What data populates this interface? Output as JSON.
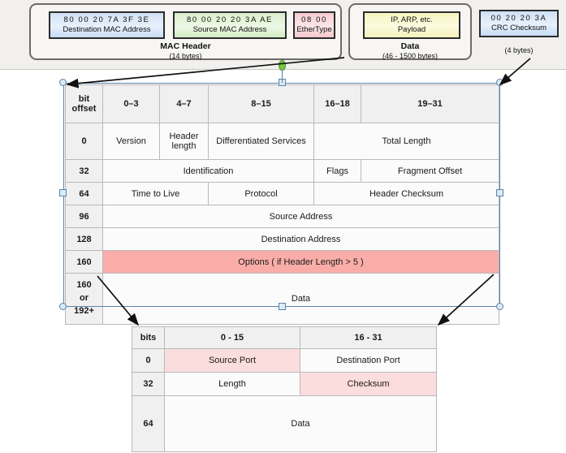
{
  "ethernet_frame": {
    "groups": [
      {
        "name": "mac-header-group",
        "title": "MAC Header",
        "subtitle": "(14 bytes)",
        "fields": [
          {
            "name": "destination-mac-field",
            "hex": "80  00  20  7A  3F  3E",
            "label": "Destination MAC Address",
            "fill": "blue-fill"
          },
          {
            "name": "source-mac-field",
            "hex": "80  00  20  20  3A  AE",
            "label": "Source MAC Address",
            "fill": "green-fill"
          },
          {
            "name": "ethertype-field",
            "hex": "08  00",
            "label": "EtherType",
            "fill": "red-fill"
          }
        ]
      },
      {
        "name": "data-group",
        "title": "Data",
        "subtitle": "(46 - 1500 bytes)",
        "fields": [
          {
            "name": "payload-field",
            "hex": "IP, ARP, etc.",
            "label": "Payload",
            "fill": "yellow-fill"
          }
        ]
      },
      {
        "name": "crc-group",
        "title": "",
        "subtitle": "(4 bytes)",
        "fields": [
          {
            "name": "crc-checksum-field",
            "hex": "00  20  20  3A",
            "label": "CRC Checksum",
            "fill": "blue-fill"
          }
        ]
      }
    ]
  },
  "ipv4_header": {
    "name": "ipv4-header-table",
    "selected": true,
    "columns": [
      "bit offset",
      "0–3",
      "4–7",
      "8–15",
      "16–18",
      "19–31"
    ],
    "header": {
      "offset_label_line1": "bit",
      "offset_label_line2": "offset",
      "c0_3": "0–3",
      "c4_7": "4–7",
      "c8_15": "8–15",
      "c16_18": "16–18",
      "c19_31": "19–31"
    },
    "rows": [
      {
        "offset": "0",
        "cells": [
          "Version",
          "Header length",
          "Differentiated Services",
          "Total Length"
        ]
      },
      {
        "offset": "32",
        "cells": [
          "Identification",
          "Flags",
          "Fragment Offset"
        ]
      },
      {
        "offset": "64",
        "cells": [
          "Time to Live",
          "Protocol",
          "Header Checksum"
        ]
      },
      {
        "offset": "96",
        "cells": [
          "Source Address"
        ]
      },
      {
        "offset": "128",
        "cells": [
          "Destination Address"
        ]
      },
      {
        "offset": "160",
        "cells": [
          "Options ( if Header Length > 5 )"
        ],
        "highlight": true
      },
      {
        "offset": "160 or 192+",
        "offset_lines": [
          "160",
          "or",
          "192+"
        ],
        "cells": [
          "Data"
        ]
      }
    ],
    "row_labels": {
      "r0_version": "Version",
      "r0_header_length_l1": "Header",
      "r0_header_length_l2": "length",
      "r0_diffserv": "Differentiated Services",
      "r0_total_length": "Total Length",
      "r32_offset": "32",
      "r32_identification": "Identification",
      "r32_flags": "Flags",
      "r32_fragment_offset": "Fragment Offset",
      "r64_offset": "64",
      "r64_ttl": "Time to Live",
      "r64_protocol": "Protocol",
      "r64_header_checksum": "Header Checksum",
      "r96_offset": "96",
      "r96_source_address": "Source Address",
      "r128_offset": "128",
      "r128_destination_address": "Destination Address",
      "r160_offset": "160",
      "r160_options": "Options ( if Header Length > 5 )",
      "r192_offset_l1": "160",
      "r192_offset_l2": "or",
      "r192_offset_l3": "192+",
      "r192_data": "Data",
      "r0_offset": "0"
    }
  },
  "udp_header": {
    "name": "udp-header-table",
    "header": {
      "bits_label": "bits",
      "c0_15": "0 - 15",
      "c16_31": "16 - 31"
    },
    "rows": [
      {
        "offset": "0",
        "left": "Source Port",
        "right": "Destination Port",
        "left_highlight": true,
        "right_highlight": false
      },
      {
        "offset": "32",
        "left": "Length",
        "right": "Checksum",
        "left_highlight": false,
        "right_highlight": true
      }
    ],
    "row_labels": {
      "r0_offset": "0",
      "r0_source_port": "Source Port",
      "r0_destination_port": "Destination Port",
      "r32_offset": "32",
      "r32_length": "Length",
      "r32_checksum": "Checksum",
      "r64_offset": "64",
      "r64_data": "Data"
    }
  },
  "colors": {
    "highlight_strong": "#faada8",
    "highlight_light": "#fbdddd",
    "selection": "#5d82a8",
    "rotate_handle": "#7ac943",
    "panel_bg": "#f1f0ee"
  }
}
